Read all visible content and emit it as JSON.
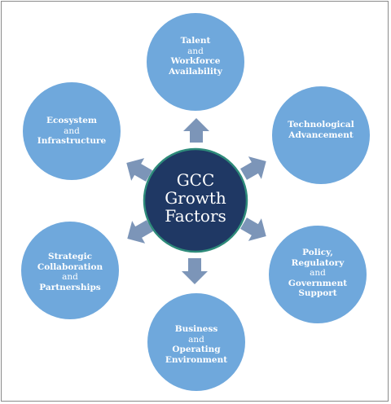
{
  "center": {
    "lines": [
      "GCC",
      "Growth",
      "Factors"
    ]
  },
  "nodes": [
    {
      "id": "talent",
      "lines": [
        "Talent",
        "and",
        "Workforce",
        "Availability"
      ]
    },
    {
      "id": "technological",
      "lines": [
        "Technological",
        "Advancement"
      ]
    },
    {
      "id": "policy",
      "lines": [
        "Policy,",
        "Regulatory",
        "and",
        "Government",
        "Support"
      ]
    },
    {
      "id": "business",
      "lines": [
        "Business",
        "and",
        "Operating",
        "Environment"
      ]
    },
    {
      "id": "strategic",
      "lines": [
        "Strategic",
        "Collaboration",
        "and",
        "Partnerships"
      ]
    },
    {
      "id": "ecosystem",
      "lines": [
        "Ecosystem",
        "and",
        "Infrastructure"
      ]
    }
  ],
  "colors": {
    "center_fill": "#1f3864",
    "center_ring": "#2e8b7a",
    "node_fill": "#6fa8dc",
    "arrow_fill": "#7c95b8",
    "border": "#8a8a8a"
  }
}
